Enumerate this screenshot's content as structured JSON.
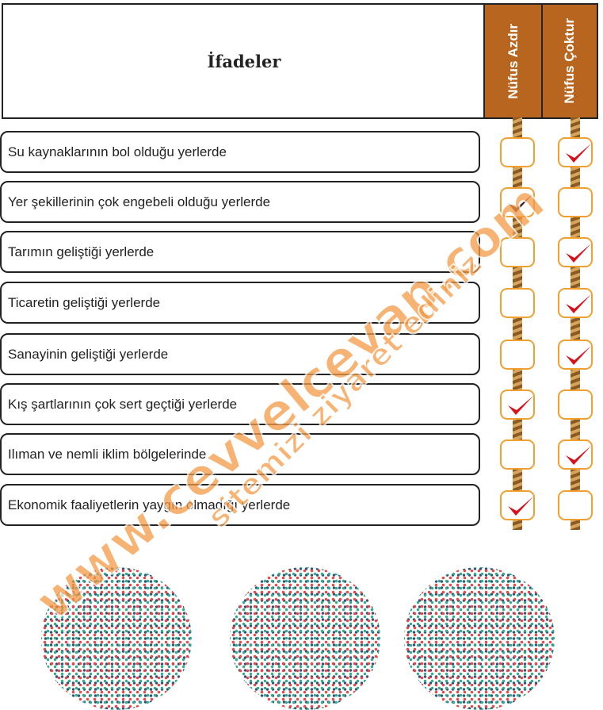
{
  "header": {
    "title": "İfadeler",
    "col1": "Nüfus Azdır",
    "col2": "Nüfus Çoktur"
  },
  "rows": [
    {
      "text": "Su kaynaklarının bol olduğu yerlerde",
      "check": 2
    },
    {
      "text": "Yer şekillerinin çok engebeli olduğu yerlerde",
      "check": 1
    },
    {
      "text": "Tarımın geliştiği yerlerde",
      "check": 2
    },
    {
      "text": "Ticaretin geliştiği yerlerde",
      "check": 2
    },
    {
      "text": "Sanayinin geliştiği yerlerde",
      "check": 2
    },
    {
      "text": "Kış şartlarının çok sert geçtiği yerlerde",
      "check": 1
    },
    {
      "text": "Ilıman ve nemli iklim bölgelerinde",
      "check": 2
    },
    {
      "text": "Ekonomik faaliyetlerin yaygın olmadığı yerlerde",
      "check": 1
    }
  ],
  "watermark": {
    "line1": "www.cevvelcevap.com",
    "line2": "sitemizi ziyaret ediniz"
  },
  "colors": {
    "header_col": "#b8651f",
    "check": "#d8121b",
    "check_dark": "#4a1e1e",
    "box_border": "#f0a030"
  }
}
